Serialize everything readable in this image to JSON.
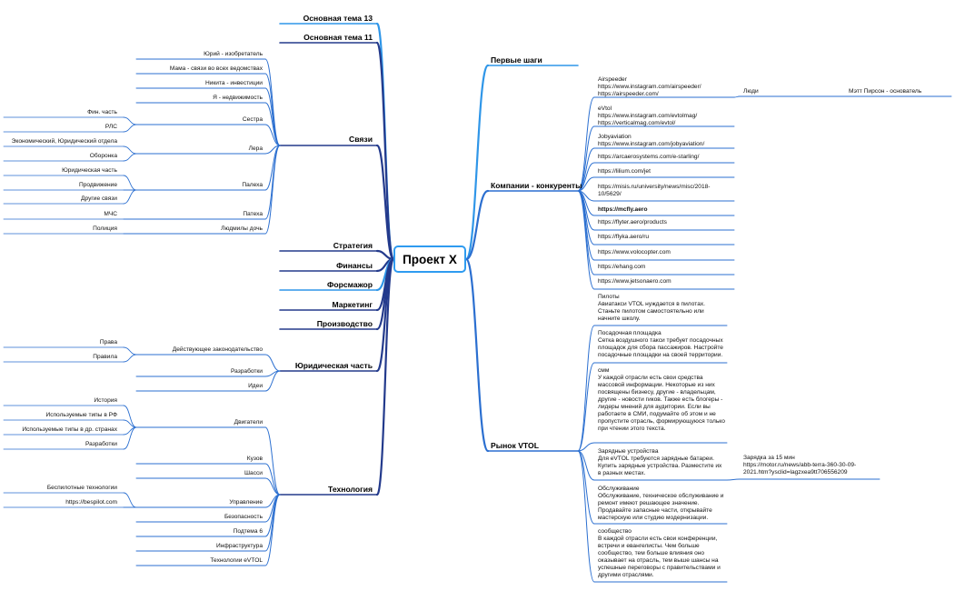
{
  "root": "Проект X",
  "colors": {
    "light": "#2f96e8",
    "dark": "#233a8c",
    "mid": "#2b6fd0"
  },
  "right_topics": {
    "first_steps": "Первые шаги",
    "competitors": "Компании - конкуренты",
    "market": "Рынок VTOL"
  },
  "left_topics": {
    "t13": "Основная тема 13",
    "t11": "Основная тема 11",
    "links": "Связи",
    "strategy": "Стратегия",
    "finance": "Финансы",
    "force": "Форсмажор",
    "marketing": "Маркетинг",
    "production": "Производство",
    "legal": "Юридическая часть",
    "tech": "Технология"
  },
  "links_items": {
    "yuri": "Юрий - изобретатель",
    "mama": "Мама - связи во всех ведомствах",
    "nikita": "Никита - инвестиции",
    "ya": "Я - недвижимость",
    "sestra": "Сестра",
    "fin": "Фин. часть",
    "rls": "РЛС",
    "lera": "Лера",
    "econ": "Экономический, Юридический отдела",
    "oborona": "Оборонка",
    "palekha1": "Палеха",
    "yur": "Юридическая часть",
    "prod": "Продвижение",
    "other": "Другие связи",
    "palekha2": "Патеха",
    "mchs": "МЧС",
    "lyudmila": "Людмилы дочь",
    "police": "Полиция"
  },
  "legal_items": {
    "current": "Действующее законодательство",
    "rights": "Права",
    "rules": "Правила",
    "dev": "Разработки",
    "ideas": "Идеи"
  },
  "tech_items": {
    "engines": "Двигатели",
    "history": "История",
    "types_rf": "Используемые типы в РФ",
    "types_other": "Используемые типы в др. странах",
    "dev": "Разработки",
    "body": "Кузов",
    "chassis": "Шасси",
    "pilotless": "Беспилотные технологии",
    "bespilot": "https://bespilot.com",
    "control": "Управление",
    "safety": "Безопасность",
    "sub6": "Подтема 6",
    "infra": "Инфраструктура",
    "evtol": "Технологии eVTOL"
  },
  "competitors_items": [
    "Airspeeder\nhttps://www.instagram.com/airspeeder/\nhttps://airspeeder.com/",
    "eVtol\nhttps://www.instagram.com/evtolmag/\nhttps://verticalmag.com/evtol/",
    "Jobyaviation\nhttps://www.instagram.com/jobyaviation/",
    "https://arcaerosystems.com/e-starling/",
    "https://lilium.com/jet",
    "https://misis.ru/university/news/misc/2018-10/5629/",
    "https://mcfly.aero",
    "https://flyter.aero/products",
    "https://flyka.aero/ru",
    "https://www.volocopter.com",
    "https://ehang.com",
    "https://www.jetsonaero.com"
  ],
  "people": {
    "label": "Люди",
    "person": "Мэтт Пирсон - основатель"
  },
  "market_items": [
    "Пилоты\nАвиатакси VTOL нуждается в пилотах. Станьте пилотом самостоятельно или начните школу.",
    "Посадочная площадка\nСетка воздушного такси требует посадочных площадок для сбора пассажиров. Настройте посадочные площадки на своей территории.",
    "смм\nУ каждой отрасли есть свои средства массовой информации. Некоторые из них посвящены бизнесу, другие - владельцам, другие - новости гиков. Также есть блогеры - лидеры мнений для аудитории. Если вы работаете в СМИ, подумайте об этом и не пропустите отрасль, формирующуюся только при чтении этого текста.",
    "Зарядные устройства\nДля eVTOL требуются зарядные батареи. Купить зарядные устройства. Разместите их в разных местах.",
    "Обслуживание\nОбслуживание, техническое обслуживание и ремонт имеют решающее значение. Продавайте запасные части, открывайте мастерскую или студию модернизации.",
    "сообщество\nВ каждой отрасли есть свои конференции, встречи и евангелисты. Чем больше сообщество, тем больше влияния оно оказывает на отрасль, тем выше шансы на успешные переговоры с правительствами и другими отраслями."
  ],
  "charging": "Зарядка за 15 мин\nhttps://motor.ru/news/abb-terra-360-30-09-2021.htm?ysclid=lagzxea9tt706556209"
}
